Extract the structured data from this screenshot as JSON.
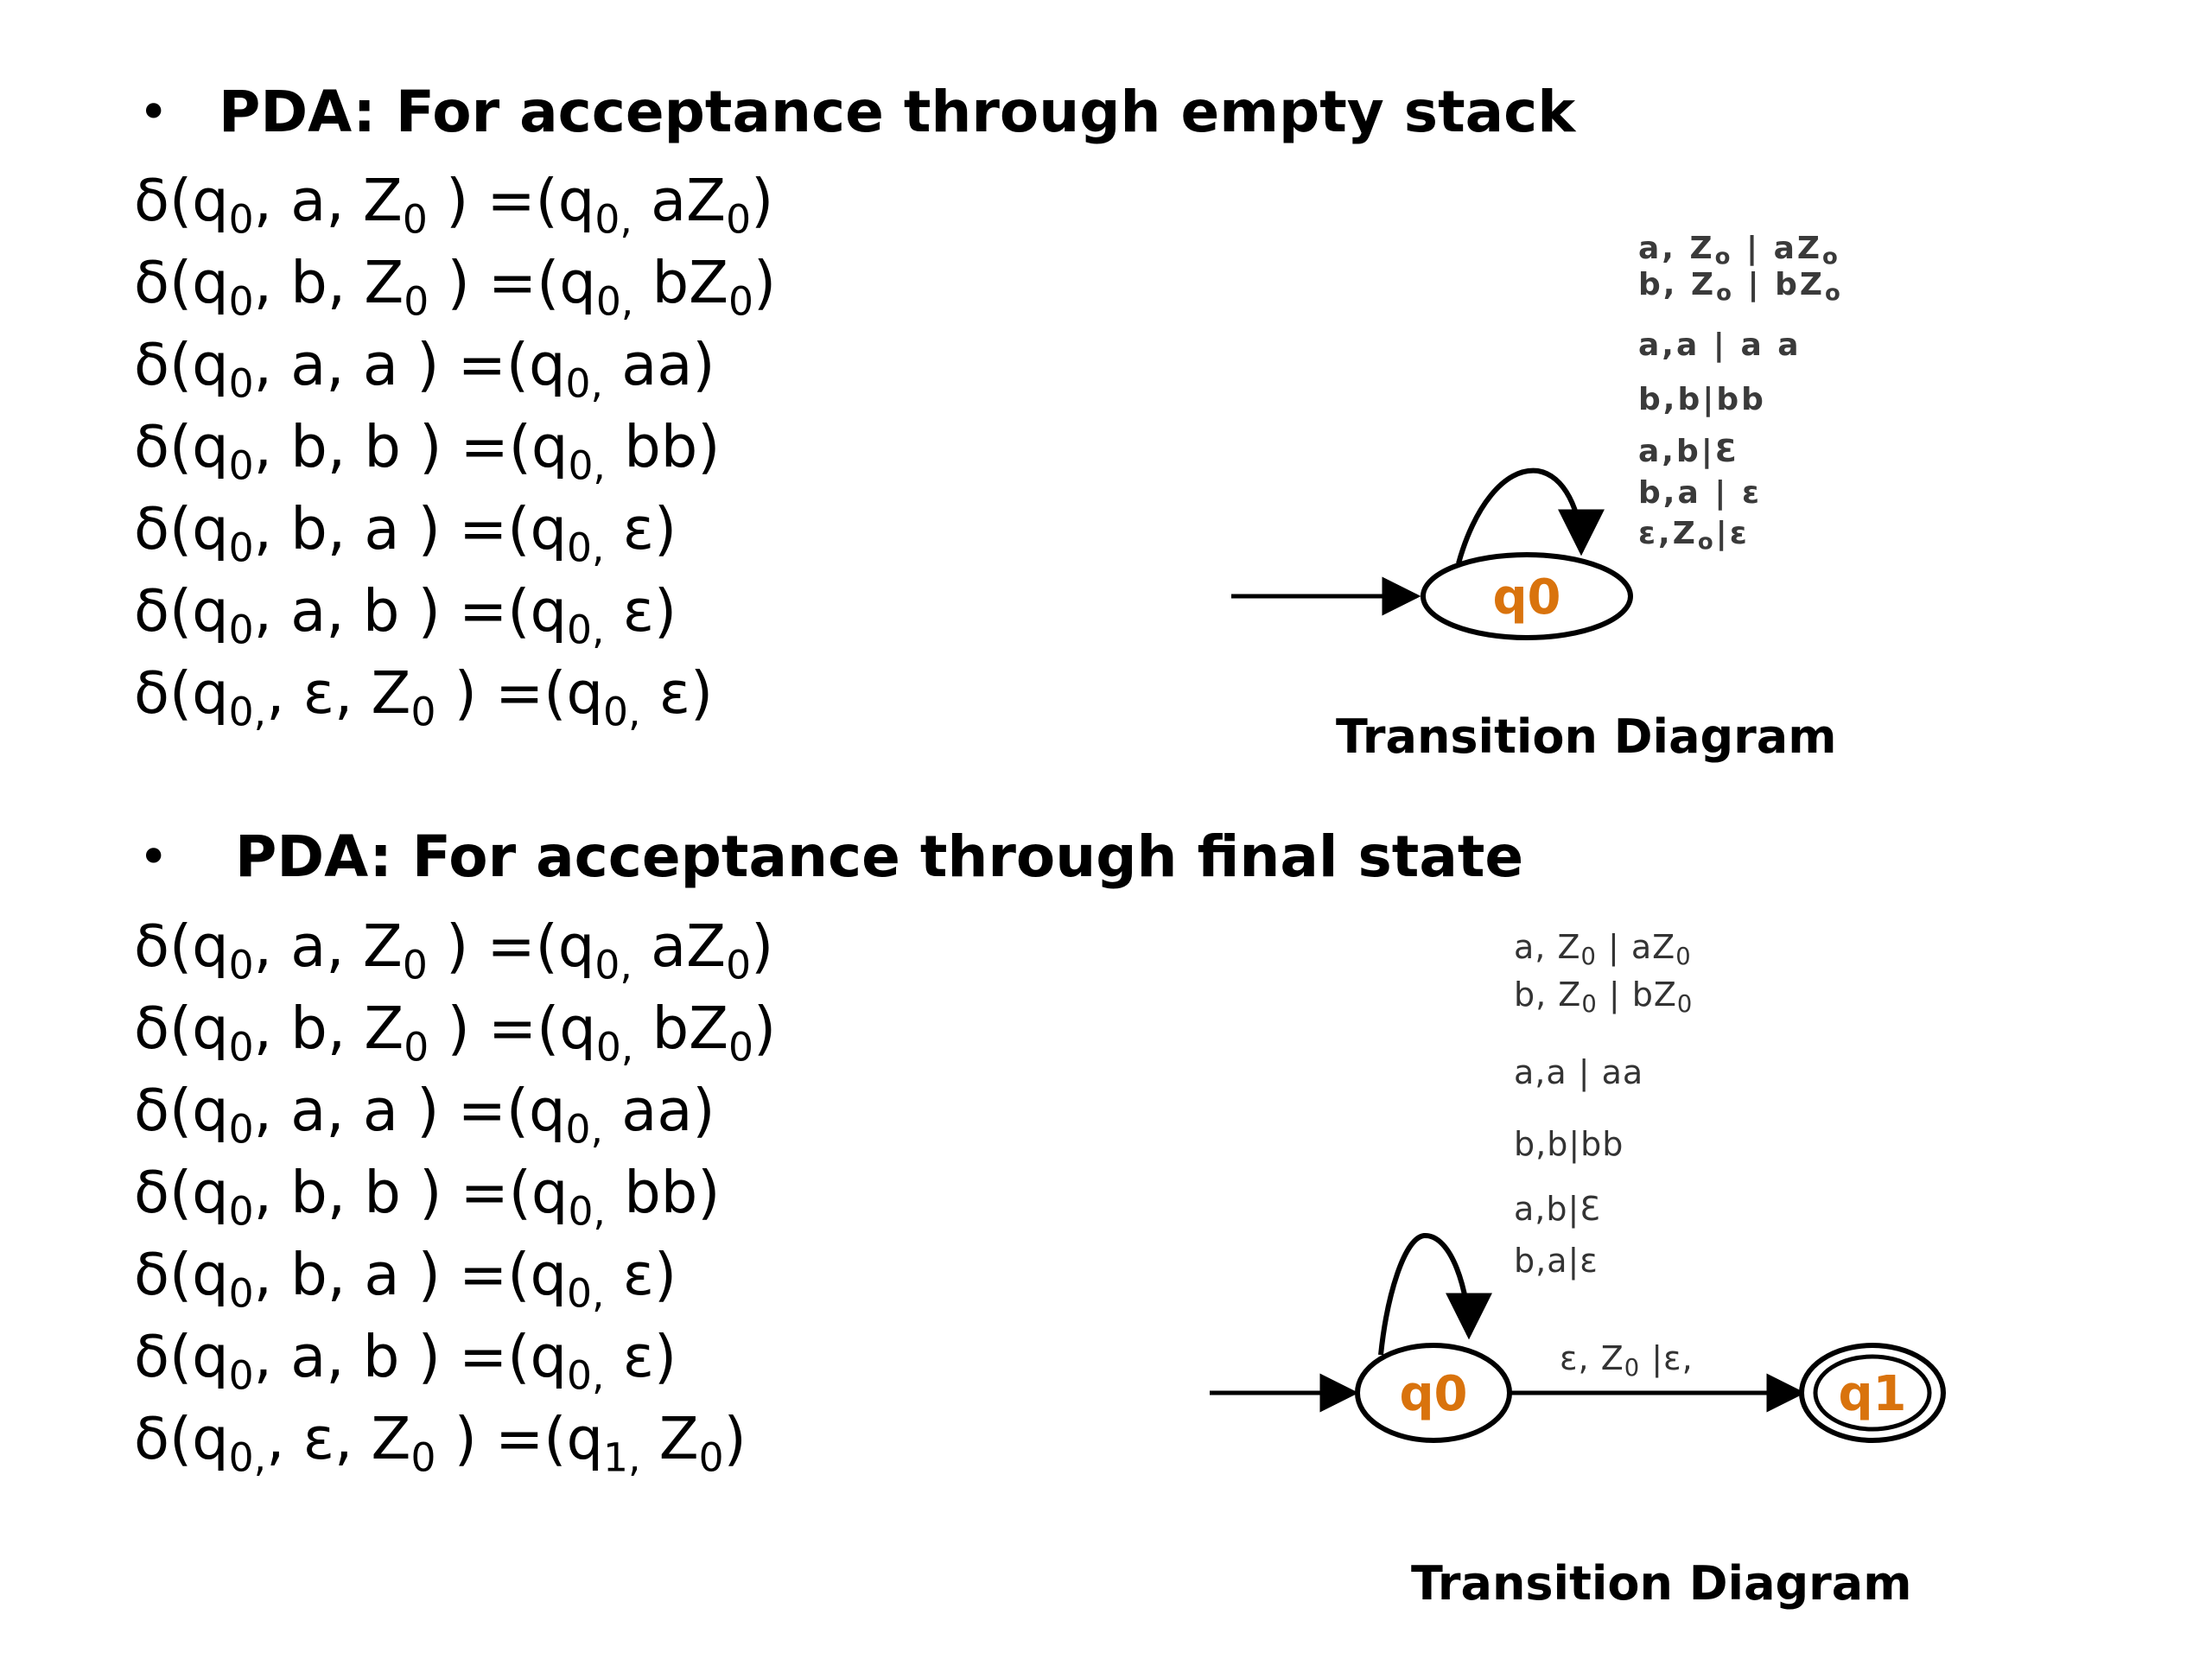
{
  "section1": {
    "bullet": "•",
    "title": "PDA: For acceptance through empty stack",
    "equations": [
      {
        "q": "0",
        "input": "a",
        "stack": "Z",
        "stack_sub": "0",
        "rq": "0,",
        "result": "aZ",
        "result_sub": "0"
      },
      {
        "q": "0",
        "input": "b",
        "stack": "Z",
        "stack_sub": "0",
        "rq": "0,",
        "result": "bZ",
        "result_sub": "0"
      },
      {
        "q": "0",
        "input": "a",
        "stack": "a",
        "stack_sub": "",
        "rq": "0,",
        "result": "aa",
        "result_sub": ""
      },
      {
        "q": "0",
        "input": "b",
        "stack": "b",
        "stack_sub": "",
        "rq": "0,",
        "result": "bb",
        "result_sub": ""
      },
      {
        "q": "0",
        "input": "b",
        "stack": "a",
        "stack_sub": "",
        "rq": "0,",
        "result": "ε",
        "result_sub": ""
      },
      {
        "q": "0",
        "input": "a",
        "stack": "b",
        "stack_sub": "",
        "rq": "0,",
        "result": "ε",
        "result_sub": ""
      },
      {
        "q": "0,",
        "input": "ε",
        "stack": "Z",
        "stack_sub": "0",
        "rq": "0,",
        "result": "ε",
        "result_sub": ""
      }
    ],
    "diagram": {
      "state": "q0",
      "labels": [
        {
          "text": "a, Z",
          "sub": "o",
          "after": " | aZ",
          "after_sub": "o"
        },
        {
          "text": "b, Z",
          "sub": "o",
          "after": " | bZ",
          "after_sub": "o"
        },
        {
          "text": "a,a  | a a",
          "sub": "",
          "after": "",
          "after_sub": ""
        },
        {
          "text": "b,b|bb",
          "sub": "",
          "after": "",
          "after_sub": ""
        },
        {
          "text": "a,b|Ɛ",
          "sub": "",
          "after": "",
          "after_sub": ""
        },
        {
          "text": "b,a | ε",
          "sub": "",
          "after": "",
          "after_sub": ""
        },
        {
          "text": "ε,Z",
          "sub": "o",
          "after": "|ε",
          "after_sub": ""
        }
      ],
      "caption": "Transition Diagram"
    }
  },
  "section2": {
    "bullet": "•",
    "title": "PDA: For acceptance through final state",
    "equations": [
      {
        "q": "0",
        "input": "a",
        "stack": "Z",
        "stack_sub": "0",
        "rq": "0,",
        "result": "aZ",
        "result_sub": "0"
      },
      {
        "q": "0",
        "input": "b",
        "stack": "Z",
        "stack_sub": "0",
        "rq": "0,",
        "result": "bZ",
        "result_sub": "0"
      },
      {
        "q": "0",
        "input": "a",
        "stack": "a",
        "stack_sub": "",
        "rq": "0,",
        "result": "aa",
        "result_sub": ""
      },
      {
        "q": "0",
        "input": "b",
        "stack": "b",
        "stack_sub": "",
        "rq": "0,",
        "result": "bb",
        "result_sub": ""
      },
      {
        "q": "0",
        "input": "b",
        "stack": "a",
        "stack_sub": "",
        "rq": "0,",
        "result": "ε",
        "result_sub": ""
      },
      {
        "q": "0",
        "input": "a",
        "stack": "b",
        "stack_sub": "",
        "rq": "0,",
        "result": "ε",
        "result_sub": ""
      },
      {
        "q": "0,",
        "input": "ε",
        "stack": "Z",
        "stack_sub": "0",
        "rq": "1,",
        "result": "Z",
        "result_sub": "0"
      }
    ],
    "diagram": {
      "states": [
        "q0",
        "q1"
      ],
      "loop_labels": [
        {
          "text": "a, Z",
          "sub": "0",
          "after": " | aZ",
          "after_sub": "0"
        },
        {
          "text": "b, Z",
          "sub": "0",
          "after": " | bZ",
          "after_sub": "0"
        },
        {
          "text": "a,a  | aa",
          "sub": "",
          "after": "",
          "after_sub": ""
        },
        {
          "text": "b,b|bb",
          "sub": "",
          "after": "",
          "after_sub": ""
        },
        {
          "text": "a,b|Ɛ",
          "sub": "",
          "after": "",
          "after_sub": ""
        },
        {
          "text": "b,a|ε",
          "sub": "",
          "after": "",
          "after_sub": ""
        }
      ],
      "edge_label": {
        "text": "ε, Z",
        "sub": "0",
        "after": " |ε,",
        "after_sub": ""
      },
      "caption": "Transition Diagram"
    }
  }
}
